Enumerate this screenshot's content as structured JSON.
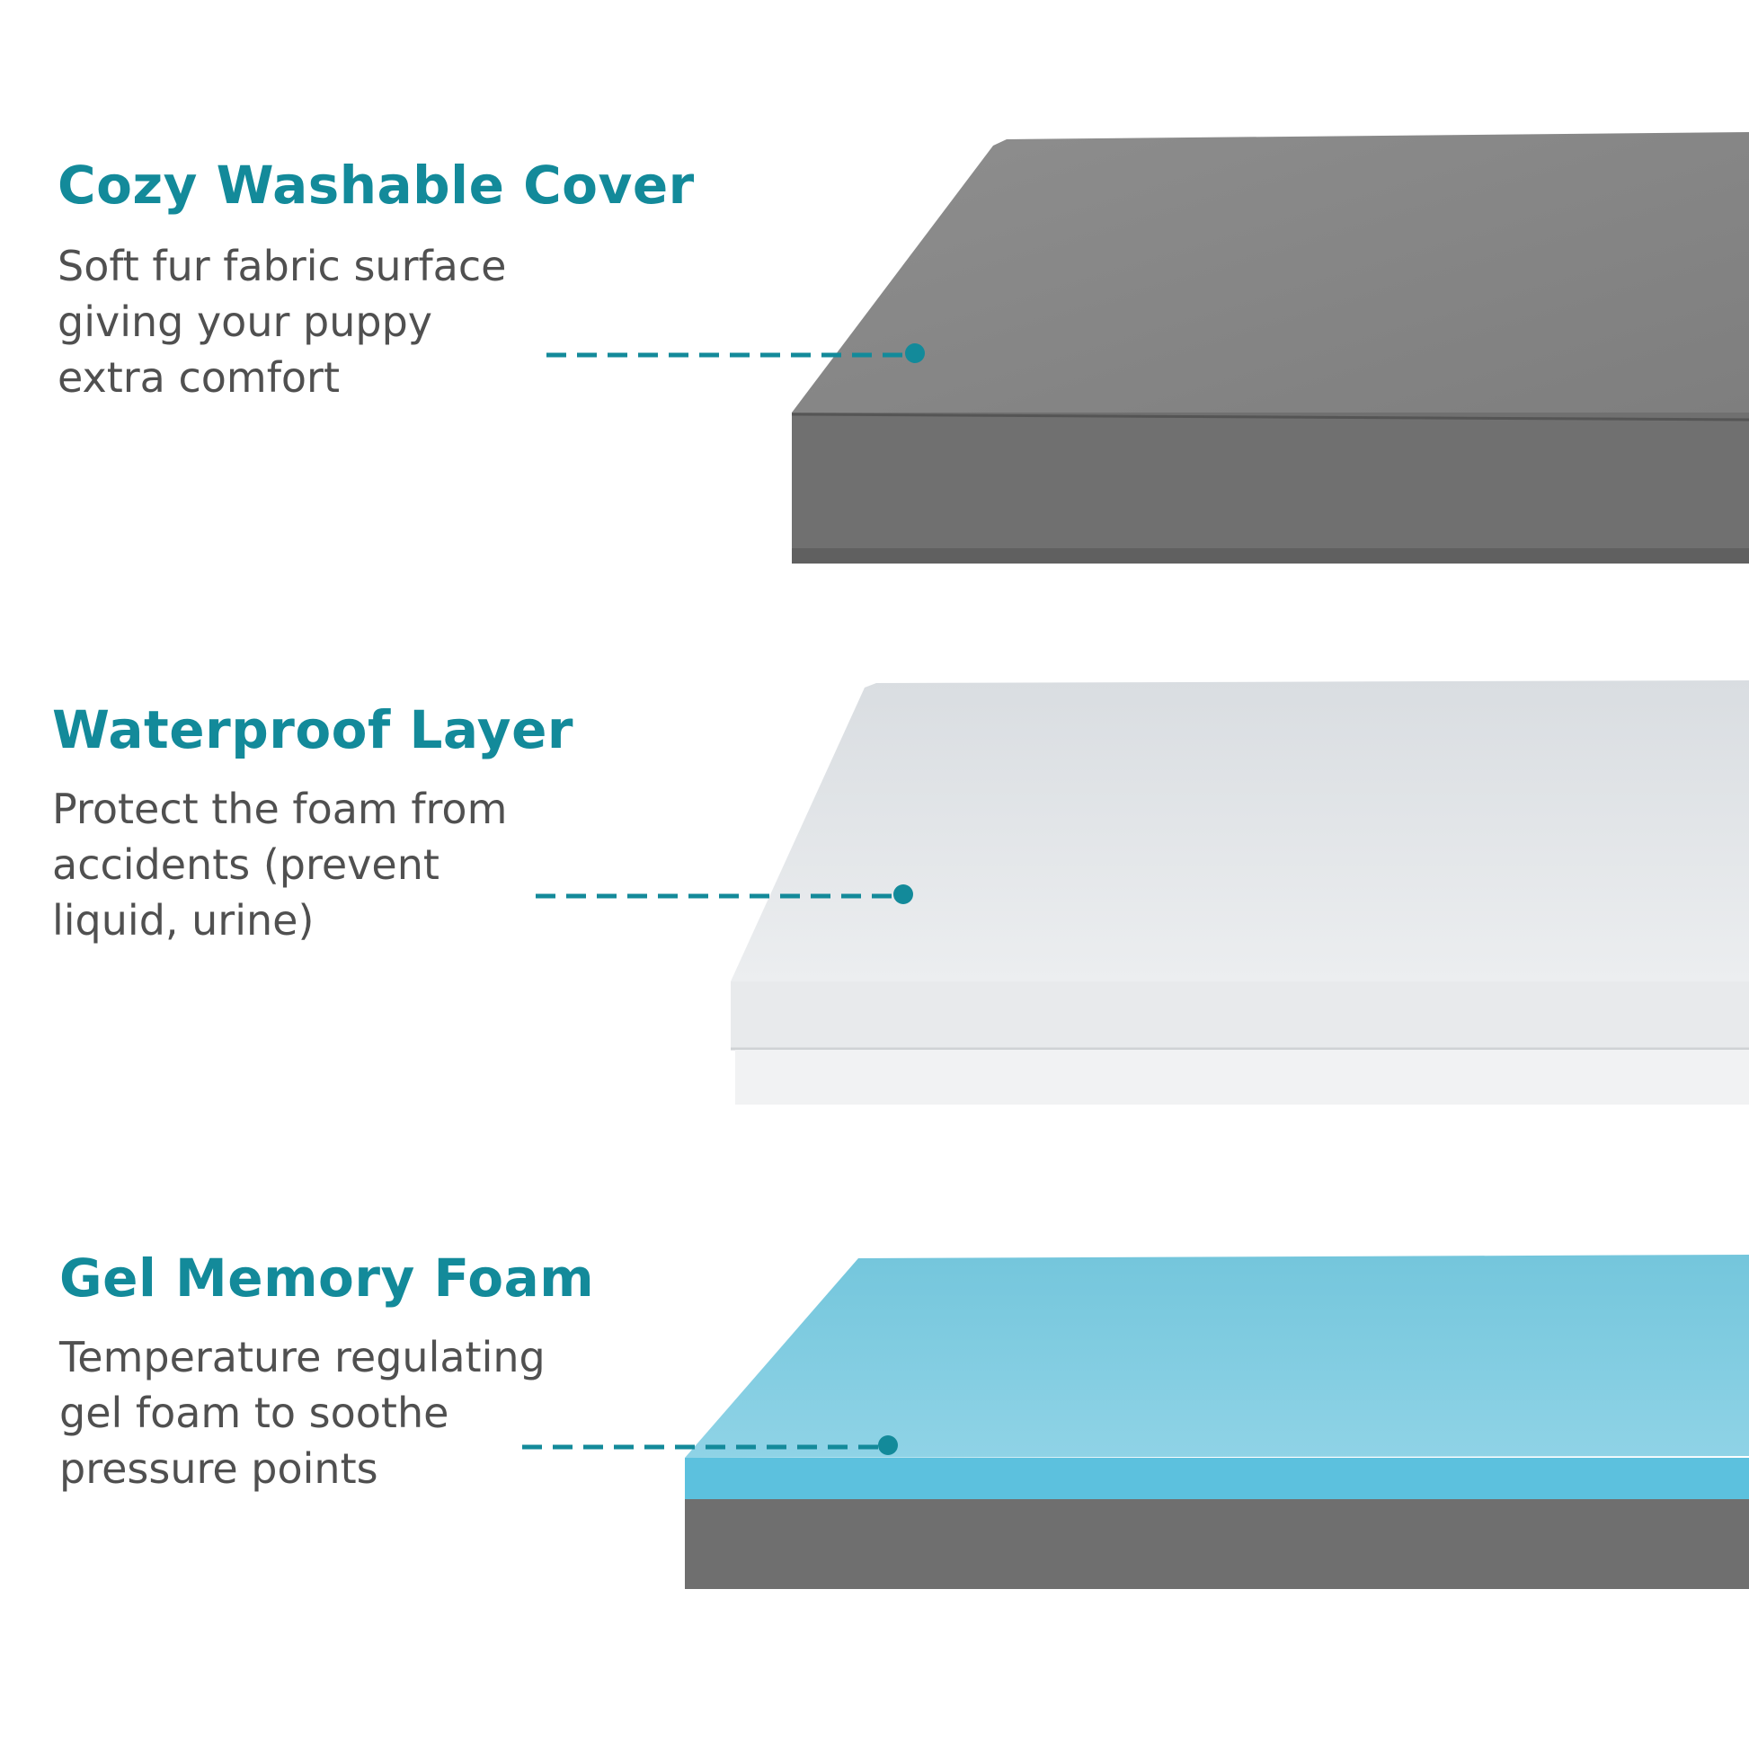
{
  "accent_color": "#138a9a",
  "text_color": "#505050",
  "layers": [
    {
      "title": "Cozy Washable Cover",
      "description": [
        "Soft fur fabric surface",
        "giving your puppy",
        "extra comfort"
      ],
      "image": "grey-fur-cover"
    },
    {
      "title": "Waterproof Layer",
      "description": [
        "Protect the foam from",
        "accidents (prevent",
        "liquid, urine)"
      ],
      "image": "white-waterproof-liner"
    },
    {
      "title": "Gel Memory Foam",
      "description": [
        "Temperature regulating",
        "gel foam to soothe",
        "pressure points"
      ],
      "image": "blue-gel-memory-foam"
    }
  ]
}
